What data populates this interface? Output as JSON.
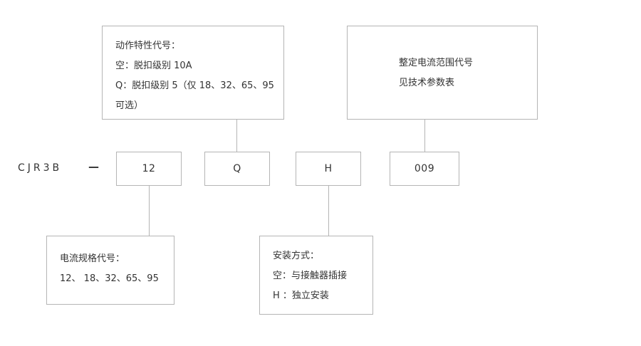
{
  "diagram": {
    "series_label": "CJR3B",
    "separator": "—",
    "code_boxes": [
      {
        "name": "current-rating-code",
        "value": "12"
      },
      {
        "name": "action-characteristic-code",
        "value": "Q"
      },
      {
        "name": "mounting-type-code",
        "value": "H"
      },
      {
        "name": "setting-current-range-code",
        "value": "009"
      }
    ],
    "notes": {
      "action_characteristic": {
        "lines": [
          "动作特性代号：",
          "空：脱扣级别 10A",
          "Q：脱扣级别 5（仅 18、32、65、95",
          "可选）"
        ]
      },
      "setting_current_range": {
        "lines": [
          "整定电流范围代号",
          "见技术参数表"
        ]
      },
      "current_rating": {
        "lines": [
          "电流规格代号：",
          "12、 18、32、65、95"
        ]
      },
      "mounting_type": {
        "lines": [
          "安装方式：",
          "空：与接触器插接",
          "H ：独立安装"
        ]
      }
    },
    "colors": {
      "line": "#b5b5b5",
      "text": "#333333",
      "background": "#ffffff"
    }
  }
}
